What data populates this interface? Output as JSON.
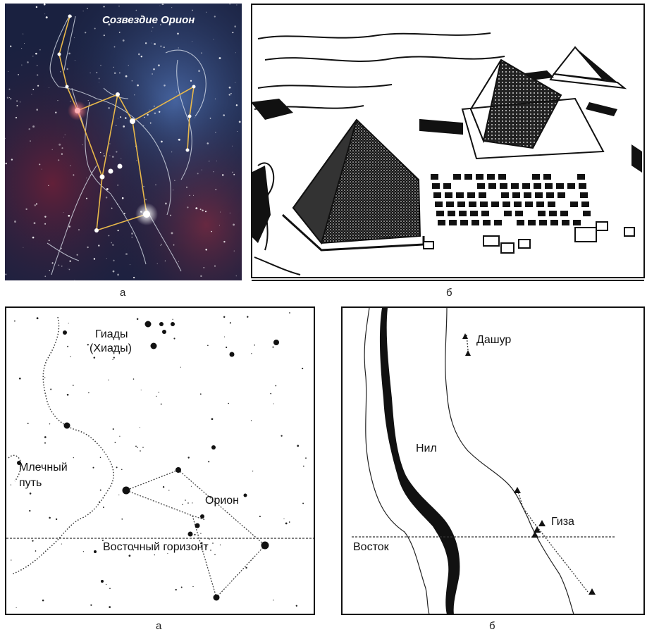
{
  "top_left": {
    "title": "Созвездие Орион",
    "caption": "а"
  },
  "top_right": {
    "caption": "б"
  },
  "bottom_left": {
    "hyades_line1": "Гиады",
    "hyades_line2": "(Хиады)",
    "milky_way_line1": "Млечный",
    "milky_way_line2": "путь",
    "orion": "Орион",
    "horizon": "Восточный горизонт",
    "caption": "а"
  },
  "bottom_right": {
    "dashur": "Дашур",
    "nile": "Нил",
    "giza": "Гиза",
    "east": "Восток",
    "caption": "б"
  },
  "colors": {
    "night_sky": "#1a2140",
    "constellation_line": "#e8b84a",
    "star_red": "#e0585c",
    "nebula_red": "#6a2038"
  }
}
